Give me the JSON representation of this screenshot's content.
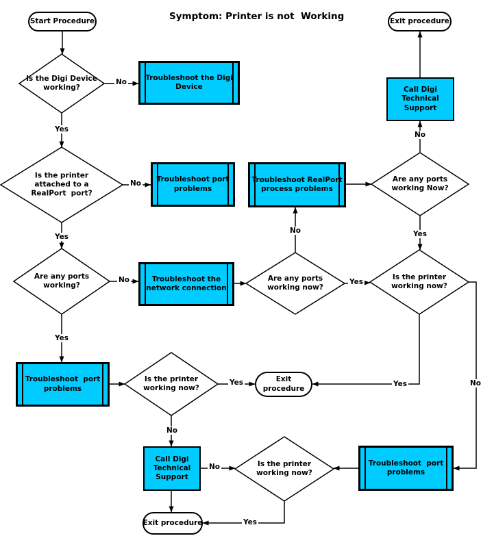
{
  "title": "Symptom: Printer is not  Working",
  "colors": {
    "process_fill": "#00ccff",
    "line": "#000000",
    "background": "#ffffff"
  },
  "nodes": {
    "start": {
      "type": "terminator",
      "label": "Start Procedure"
    },
    "exit_top": {
      "type": "terminator",
      "label": "Exit procedure"
    },
    "exit_mid": {
      "type": "terminator",
      "label": "Exit\nprocedure"
    },
    "exit_bottom": {
      "type": "terminator",
      "label": "Exit procedure"
    },
    "q_digi_working": {
      "type": "decision",
      "label": "Is the Digi Device\nworking?"
    },
    "q_realport_attached": {
      "type": "decision",
      "label": "Is the printer\nattached to a\nRealPort  port?"
    },
    "q_ports_working": {
      "type": "decision",
      "label": "Are any ports\nworking?"
    },
    "q_ports_now_mid": {
      "type": "decision",
      "label": "Are any ports\nworking now?"
    },
    "q_ports_now_right": {
      "type": "decision",
      "label": "Are any ports\nworking Now?"
    },
    "q_printer_right": {
      "type": "decision",
      "label": "Is the printer\nworking now?"
    },
    "q_printer_mid": {
      "type": "decision",
      "label": "Is the printer\nworking now?"
    },
    "q_printer_bottom": {
      "type": "decision",
      "label": "Is the printer\nworking now?"
    },
    "ts_digi_device": {
      "type": "predefined-process",
      "label": "Troubleshoot the Digi\nDevice"
    },
    "ts_port_problems_1": {
      "type": "predefined-process",
      "label": "Troubleshoot port\nproblems"
    },
    "ts_realport": {
      "type": "predefined-process",
      "label": "Troubleshoot RealPort\nprocess problems"
    },
    "ts_network": {
      "type": "predefined-process",
      "label": "Troubleshoot the\nnetwork connection"
    },
    "ts_port_problems_2": {
      "type": "predefined-process",
      "label": "Troubleshoot  port\nproblems"
    },
    "ts_port_problems_3": {
      "type": "predefined-process",
      "label": "Troubleshoot  port\nproblems"
    },
    "call_support_top": {
      "type": "process",
      "label": "Call Digi\nTechnical\nSupport"
    },
    "call_support_bottom": {
      "type": "process",
      "label": "Call Digi\nTechnical\nSupport"
    }
  },
  "edge_labels": {
    "digi_no": "No",
    "digi_yes": "Yes",
    "attached_no": "No",
    "attached_yes": "Yes",
    "ports_no": "No",
    "ports_yes": "Yes",
    "mid_now_no": "No",
    "mid_now_yes": "Yes",
    "right_now_no": "No",
    "right_now_yes": "Yes",
    "printer_right_yes": "Yes",
    "printer_right_no": "No",
    "printer_mid_yes": "Yes",
    "printer_mid_no": "No",
    "support_no": "No",
    "printer_bottom_yes": "Yes"
  }
}
